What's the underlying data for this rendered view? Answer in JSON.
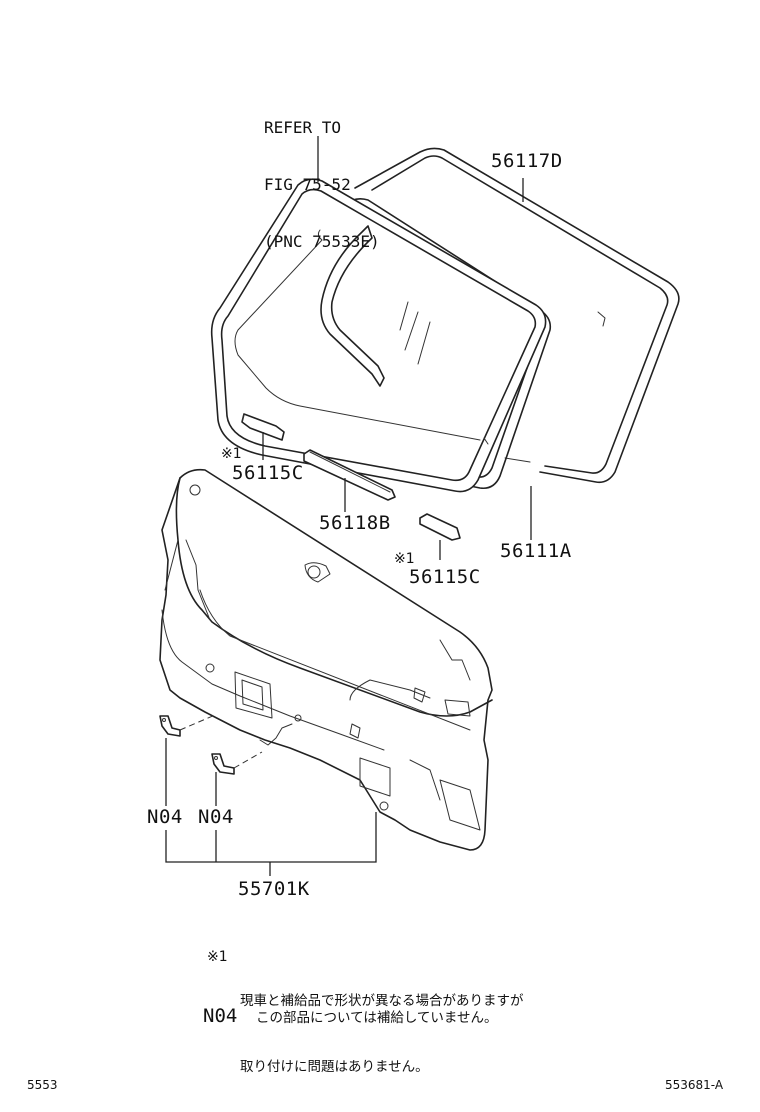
{
  "reference": {
    "line1": "REFER TO",
    "line2": "FIG 75-52",
    "line3": "(PNC 75533E)"
  },
  "parts": {
    "p56117D": "56117D",
    "p56111A": "56111A",
    "p56115C_left": "56115C",
    "p56115C_right": "56115C",
    "p56118B": "56118B",
    "p55701K": "55701K",
    "n04_left": "N04",
    "n04_right": "N04"
  },
  "marks": {
    "left": "※1",
    "right": "※1"
  },
  "notes": {
    "mark": "※1",
    "line1": "現車と補給品で形状が異なる場合がありますが",
    "line2": "取り付けに問題はありません。",
    "n04_key": "N04",
    "n04_text": "この部品については補給していません。"
  },
  "footer": {
    "left": "5553",
    "right": "553681-A"
  }
}
